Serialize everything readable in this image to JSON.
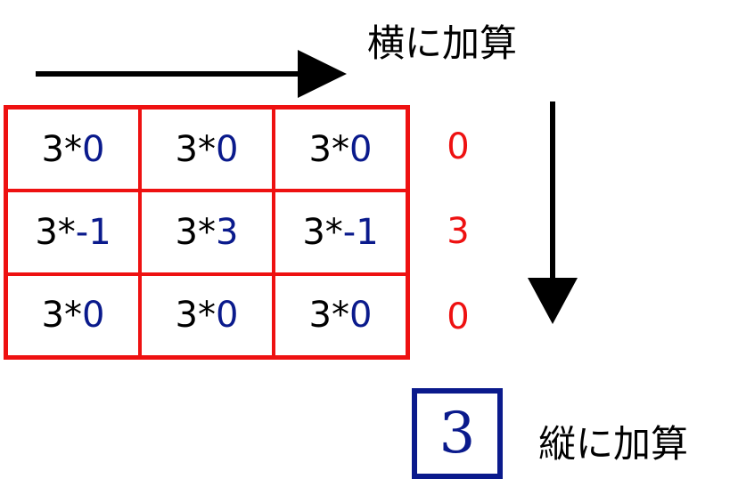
{
  "labels": {
    "horizontal": "横に加算",
    "vertical": "縦に加算"
  },
  "grid": {
    "rows": [
      [
        {
          "factor": "3*",
          "kernel": "0"
        },
        {
          "factor": "3*",
          "kernel": "0"
        },
        {
          "factor": "3*",
          "kernel": "0"
        }
      ],
      [
        {
          "factor": "3*",
          "kernel": "-1"
        },
        {
          "factor": "3*",
          "kernel": "3"
        },
        {
          "factor": "3*",
          "kernel": "-1"
        }
      ],
      [
        {
          "factor": "3*",
          "kernel": "0"
        },
        {
          "factor": "3*",
          "kernel": "0"
        },
        {
          "factor": "3*",
          "kernel": "0"
        }
      ]
    ]
  },
  "row_sums": [
    "0",
    "3",
    "0"
  ],
  "result": "3",
  "colors": {
    "grid_border": "#ee1111",
    "row_sum": "#ee1111",
    "kernel_value": "#0a1a8c",
    "result_box": "#0a1a8c",
    "factor_text": "#000000",
    "arrows": "#000000"
  }
}
